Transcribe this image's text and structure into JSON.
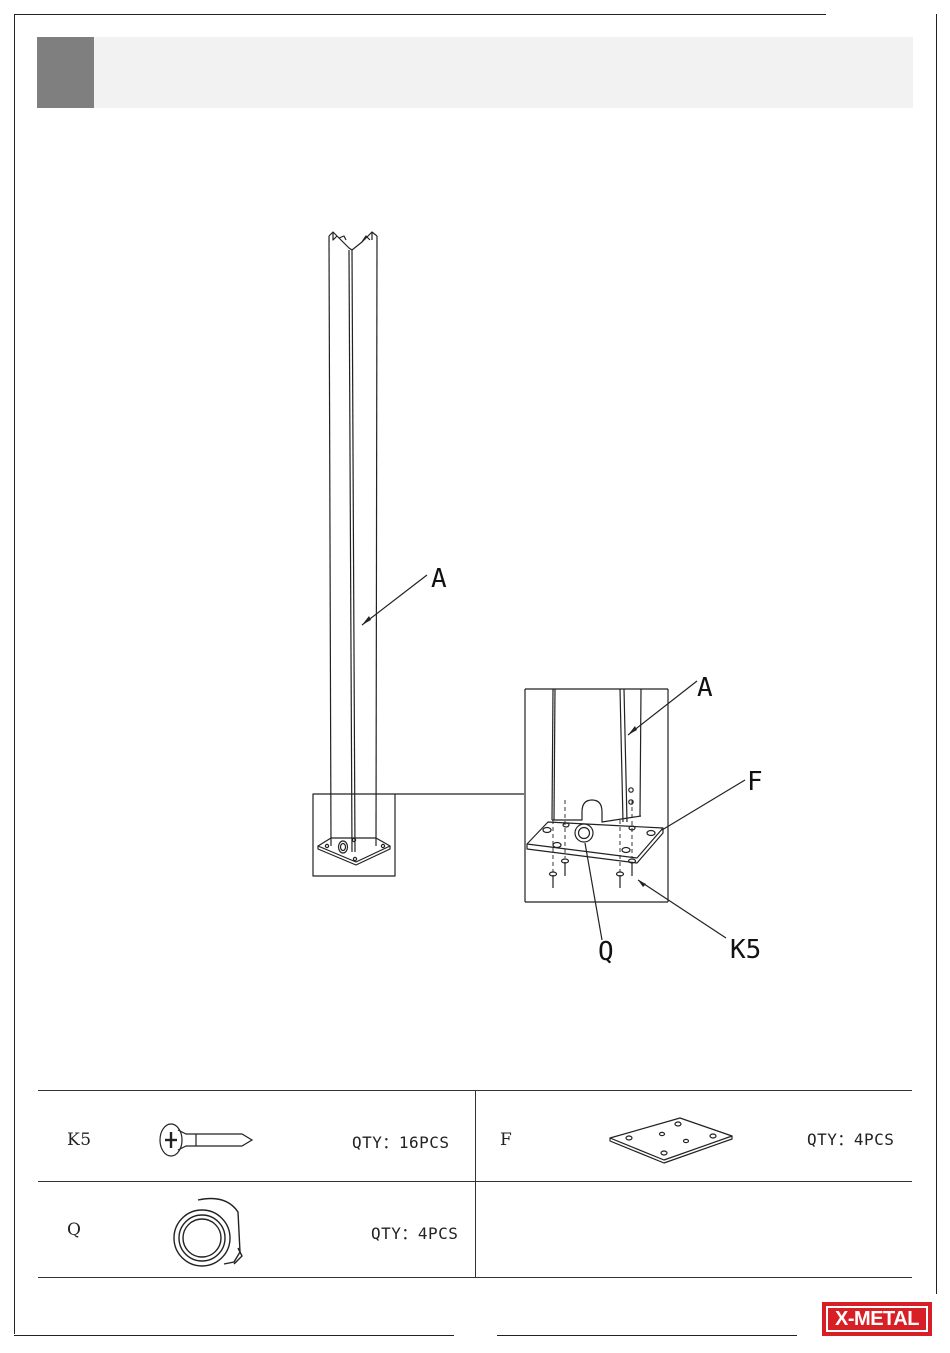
{
  "header": {
    "step_number": "",
    "title": ""
  },
  "drawing": {
    "callouts": {
      "post_main": "A",
      "post_detail": "A",
      "base_plate": "F",
      "screw": "K5",
      "cap": "Q"
    }
  },
  "parts": [
    {
      "code": "K5",
      "qty": "QTY：16PCS",
      "icon": "screw-icon"
    },
    {
      "code": "F",
      "qty": "QTY：4PCS",
      "icon": "base-plate-icon"
    },
    {
      "code": "Q",
      "qty": "QTY：4PCS",
      "icon": "cap-icon"
    }
  ],
  "brand": {
    "logo_text": "X-METAL",
    "color": "#d91f26"
  }
}
